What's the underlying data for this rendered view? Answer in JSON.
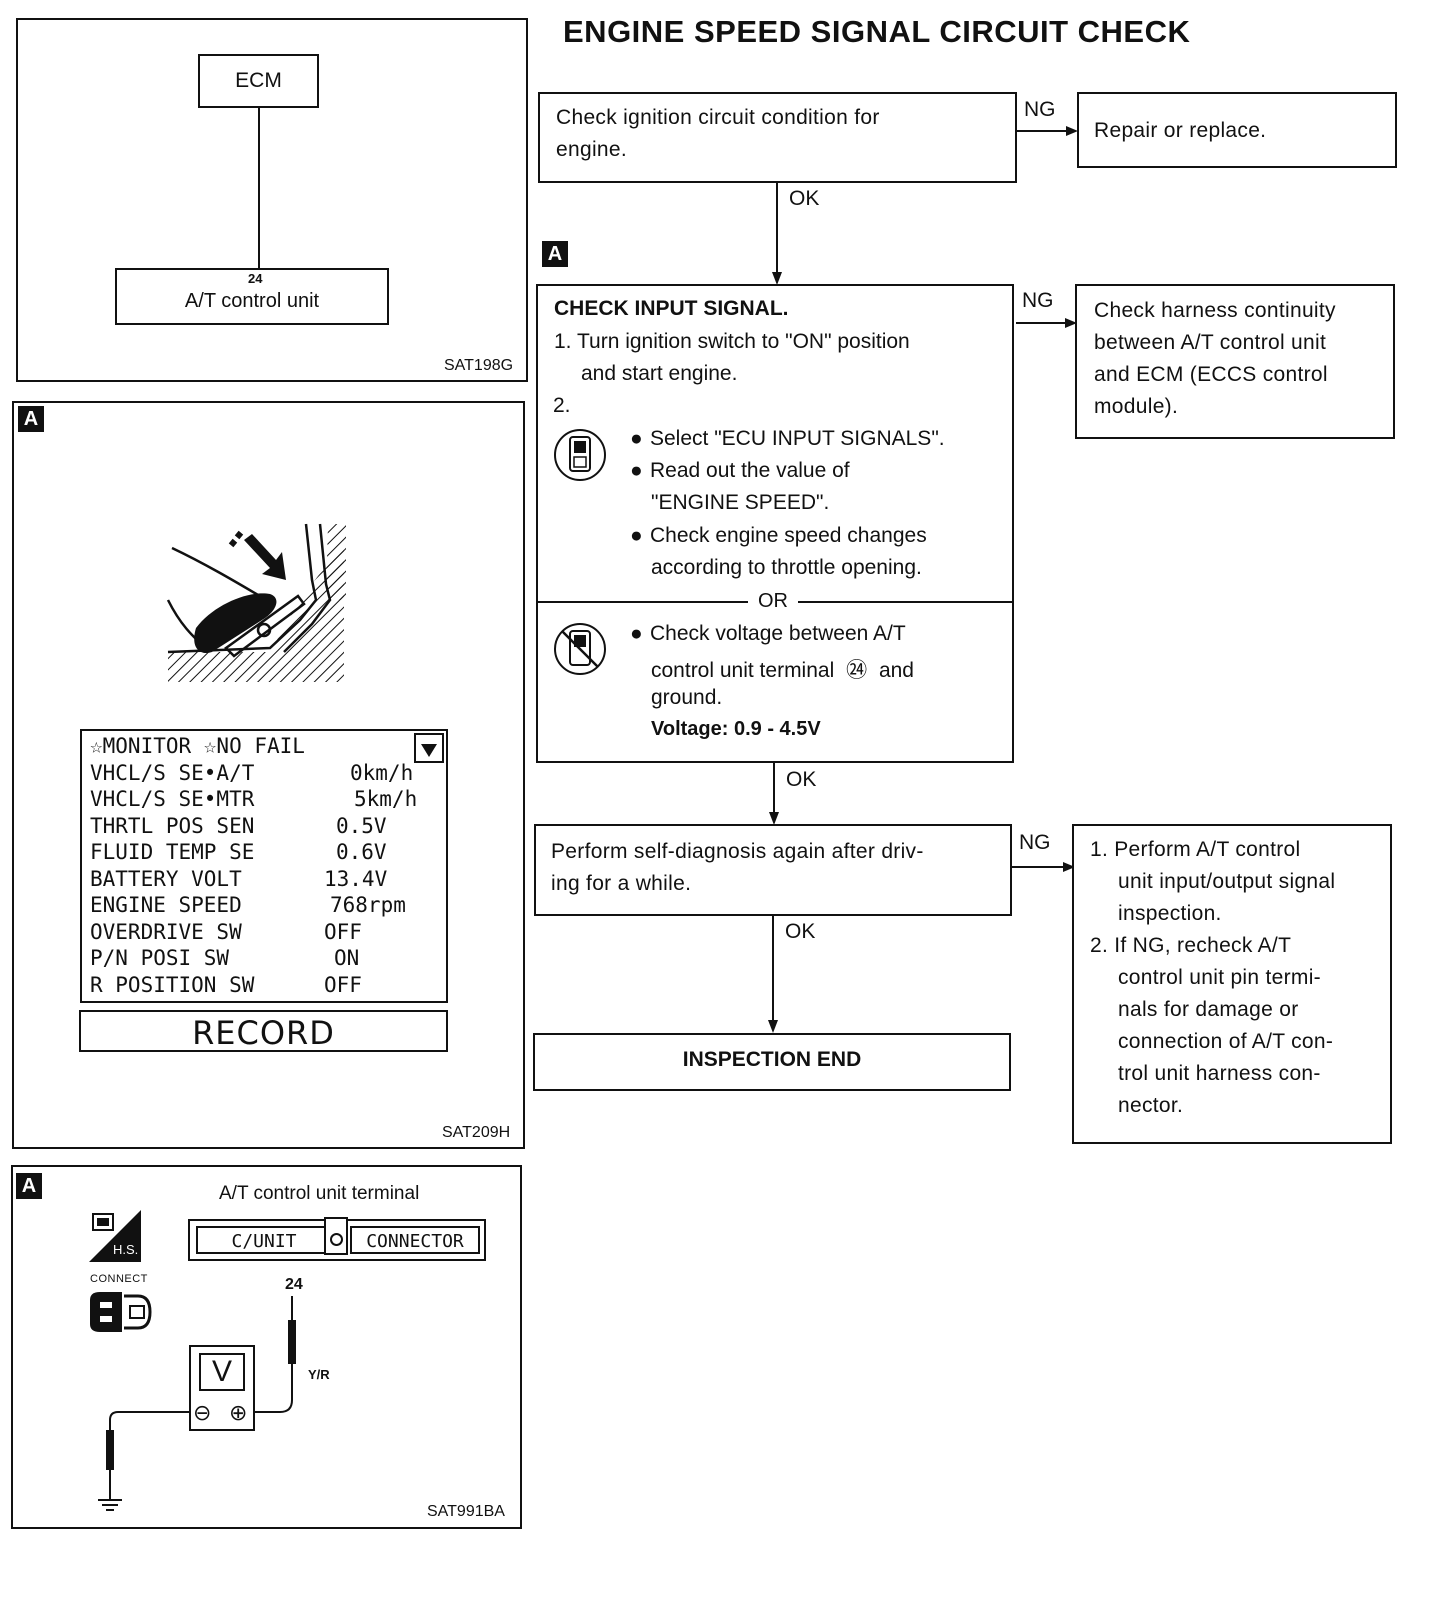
{
  "title": "ENGINE SPEED SIGNAL CIRCUIT CHECK",
  "panel1": {
    "ecm": "ECM",
    "terminal": "24",
    "unit": "A/T control unit",
    "code": "SAT198G"
  },
  "panel2": {
    "tag": "A",
    "monitor_header": "☆MONITOR ☆NO FAIL",
    "rows": [
      {
        "name": "VHCL/S SE•A/T",
        "value": "0km/h"
      },
      {
        "name": "VHCL/S SE•MTR",
        "value": "5km/h"
      },
      {
        "name": "THRTL POS SEN",
        "value": "0.5V"
      },
      {
        "name": "FLUID TEMP SE",
        "value": "0.6V"
      },
      {
        "name": "BATTERY VOLT",
        "value": "13.4V"
      },
      {
        "name": "ENGINE SPEED",
        "value": "768rpm"
      },
      {
        "name": "OVERDRIVE SW",
        "value": "OFF"
      },
      {
        "name": "P/N POSI SW",
        "value": "ON"
      },
      {
        "name": "R POSITION SW",
        "value": "OFF"
      }
    ],
    "record": "RECORD",
    "code": "SAT209H"
  },
  "panel3": {
    "tag": "A",
    "title": "A/T control unit terminal",
    "cunit": "C/UNIT",
    "connector": "CONNECTOR",
    "hs": "H.S.",
    "connect": "CONNECT",
    "terminal": "24",
    "wire": "Y/R",
    "meter": "V",
    "minus": "⊖",
    "plus": "⊕",
    "code": "SAT991BA"
  },
  "flow": {
    "step1": {
      "line1": "Check ignition circuit condition for",
      "line2": "engine."
    },
    "step1_ng": "NG",
    "step1_fix": "Repair or replace.",
    "ok1": "OK",
    "tag_a": "A",
    "step2": {
      "heading": "CHECK INPUT SIGNAL.",
      "item1_a": "1. Turn ignition switch to \"ON\" position",
      "item1_b": "and start engine.",
      "item2": "2.",
      "b1": "Select \"ECU INPUT SIGNALS\".",
      "b2a": "Read out the value of",
      "b2b": "\"ENGINE SPEED\".",
      "b3a": "Check engine speed changes",
      "b3b": "according to throttle opening.",
      "or": "OR",
      "b4a": "Check voltage between A/T",
      "b4b_pre": "control unit terminal",
      "b4b_pin": "㉔",
      "b4b_post": "and",
      "b4c": "ground.",
      "voltage": "Voltage: 0.9 - 4.5V"
    },
    "step2_ng": "NG",
    "step2_fix": {
      "l1": "Check harness continuity",
      "l2": "between A/T control unit",
      "l3": "and ECM (ECCS control",
      "l4": "module)."
    },
    "ok2": "OK",
    "step3": {
      "l1": "Perform self-diagnosis again after driv-",
      "l2": "ing for a while."
    },
    "step3_ng": "NG",
    "step3_fix": {
      "l1": "1. Perform A/T control",
      "l2": "unit input/output signal",
      "l3": "inspection.",
      "l4": "2. If NG, recheck A/T",
      "l5": "control unit pin termi-",
      "l6": "nals for damage or",
      "l7": "connection of A/T con-",
      "l8": "trol unit harness con-",
      "l9": "nector."
    },
    "ok3": "OK",
    "end": "INSPECTION END"
  }
}
